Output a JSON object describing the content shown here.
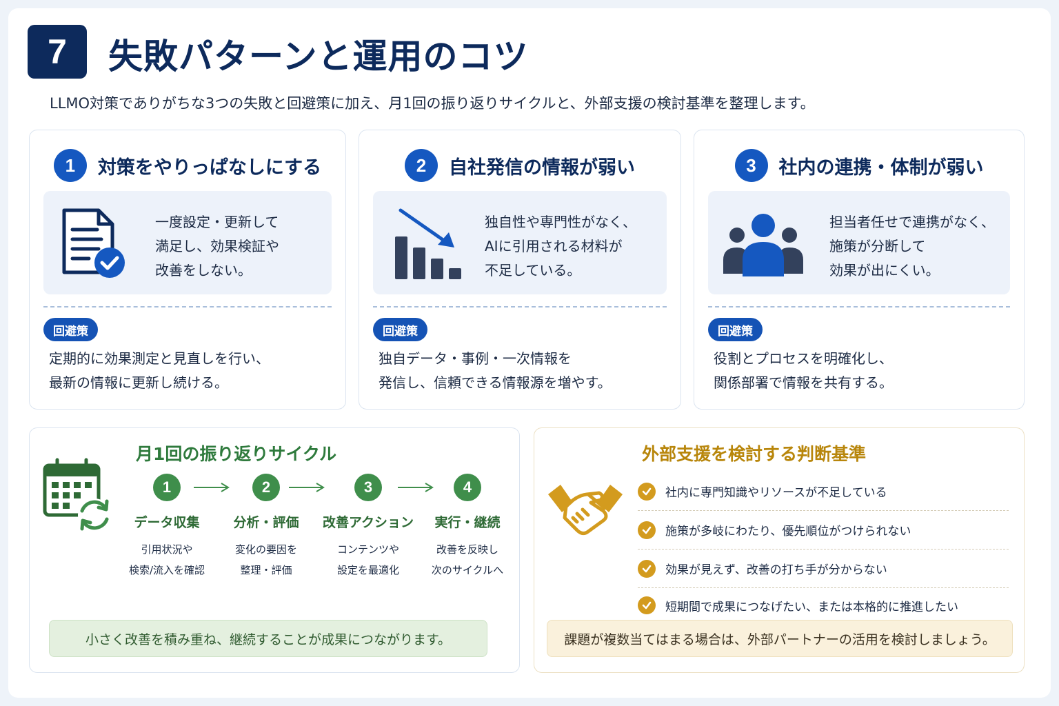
{
  "header": {
    "section_number": "7",
    "title": "失敗パターンと運用のコツ",
    "subtitle": "LLMO対策でありがちな3つの失敗と回避策に加え、月1回の振り返りサイクルと、外部支援の検討基準を整理します。"
  },
  "failures": [
    {
      "number": "1",
      "title": "対策をやりっぱなしにする",
      "icon": "document-check-icon",
      "description": [
        "一度設定・更新して",
        "満足し、効果検証や",
        "改善をしない。"
      ],
      "fix_label": "回避策",
      "fix": [
        "定期的に効果測定と見直しを行い、",
        "最新の情報に更新し続ける。"
      ]
    },
    {
      "number": "2",
      "title": "自社発信の情報が弱い",
      "icon": "declining-bar-chart-icon",
      "description": [
        "独自性や専門性がなく、",
        "AIに引用される材料が",
        "不足している。"
      ],
      "fix_label": "回避策",
      "fix": [
        "独自データ・事例・一次情報を",
        "発信し、信頼できる情報源を増やす。"
      ]
    },
    {
      "number": "3",
      "title": "社内の連携・体制が弱い",
      "icon": "team-people-icon",
      "description": [
        "担当者任せで連携がなく、",
        "施策が分断して",
        "効果が出にくい。"
      ],
      "fix_label": "回避策",
      "fix": [
        "役割とプロセスを明確化し、",
        "関係部署で情報を共有する。"
      ]
    }
  ],
  "cycle": {
    "title": "月1回の振り返りサイクル",
    "icon": "calendar-refresh-icon",
    "steps": [
      {
        "number": "1",
        "title": "データ収集",
        "desc": [
          "引用状況や",
          "検索/流入を確認"
        ]
      },
      {
        "number": "2",
        "title": "分析・評価",
        "desc": [
          "変化の要因を",
          "整理・評価"
        ]
      },
      {
        "number": "3",
        "title": "改善アクション",
        "desc": [
          "コンテンツや",
          "設定を最適化"
        ]
      },
      {
        "number": "4",
        "title": "実行・継続",
        "desc": [
          "改善を反映し",
          "次のサイクルへ"
        ]
      }
    ],
    "note": "小さく改善を積み重ね、継続することが成果につながります。",
    "colors": {
      "accent": "#3f8e4b",
      "note_bg": "#e4f0df"
    }
  },
  "criteria": {
    "title": "外部支援を検討する判断基準",
    "icon": "handshake-icon",
    "items": [
      "社内に専門知識やリソースが不足している",
      "施策が多岐にわたり、優先順位がつけられない",
      "効果が見えず、改善の打ち手が分からない",
      "短期間で成果につなげたい、または本格的に推進したい"
    ],
    "note": "課題が複数当てはまる場合は、外部パートナーの活用を検討しましょう。",
    "colors": {
      "accent": "#d39b1e",
      "note_bg": "#faf1dc"
    }
  },
  "colors": {
    "navy": "#0d2a5c",
    "blue": "#1558c0",
    "card_box": "#edf2fa"
  }
}
